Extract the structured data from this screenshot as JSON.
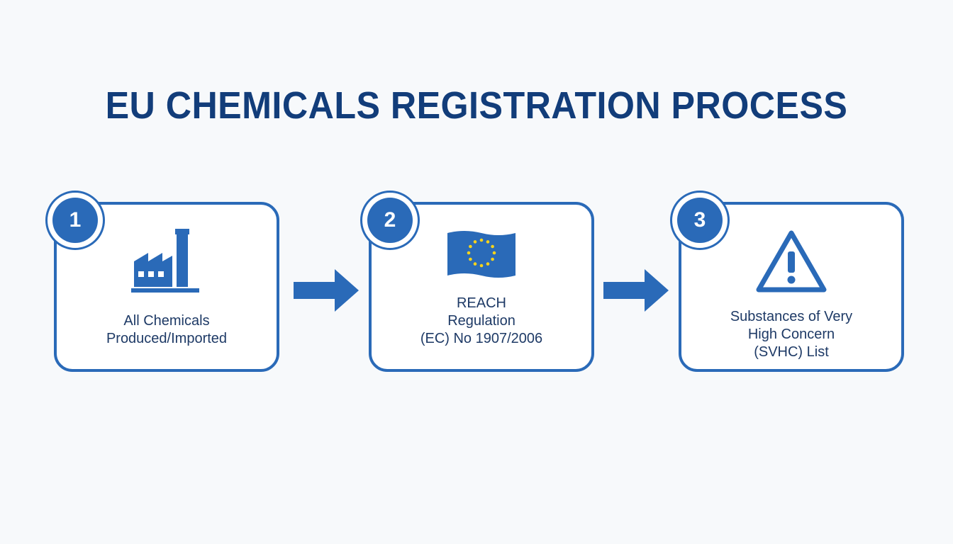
{
  "title": "EU CHEMICALS REGISTRATION PROCESS",
  "colors": {
    "primary": "#2a6ab8",
    "title": "#123d7a",
    "text": "#1e3a66",
    "eu_star": "#f6d31b"
  },
  "steps": [
    {
      "number": "1",
      "icon": "factory-icon",
      "label_lines": [
        "All Chemicals",
        "Produced/Imported"
      ]
    },
    {
      "number": "2",
      "icon": "eu-flag-icon",
      "label_lines": [
        "REACH",
        "Regulation",
        "(EC) No 1907/2006"
      ]
    },
    {
      "number": "3",
      "icon": "warning-icon",
      "label_lines": [
        "Substances of Very",
        "High Concern",
        "(SVHC) List"
      ]
    }
  ],
  "arrows": [
    "arrow-right-icon",
    "arrow-right-icon"
  ]
}
